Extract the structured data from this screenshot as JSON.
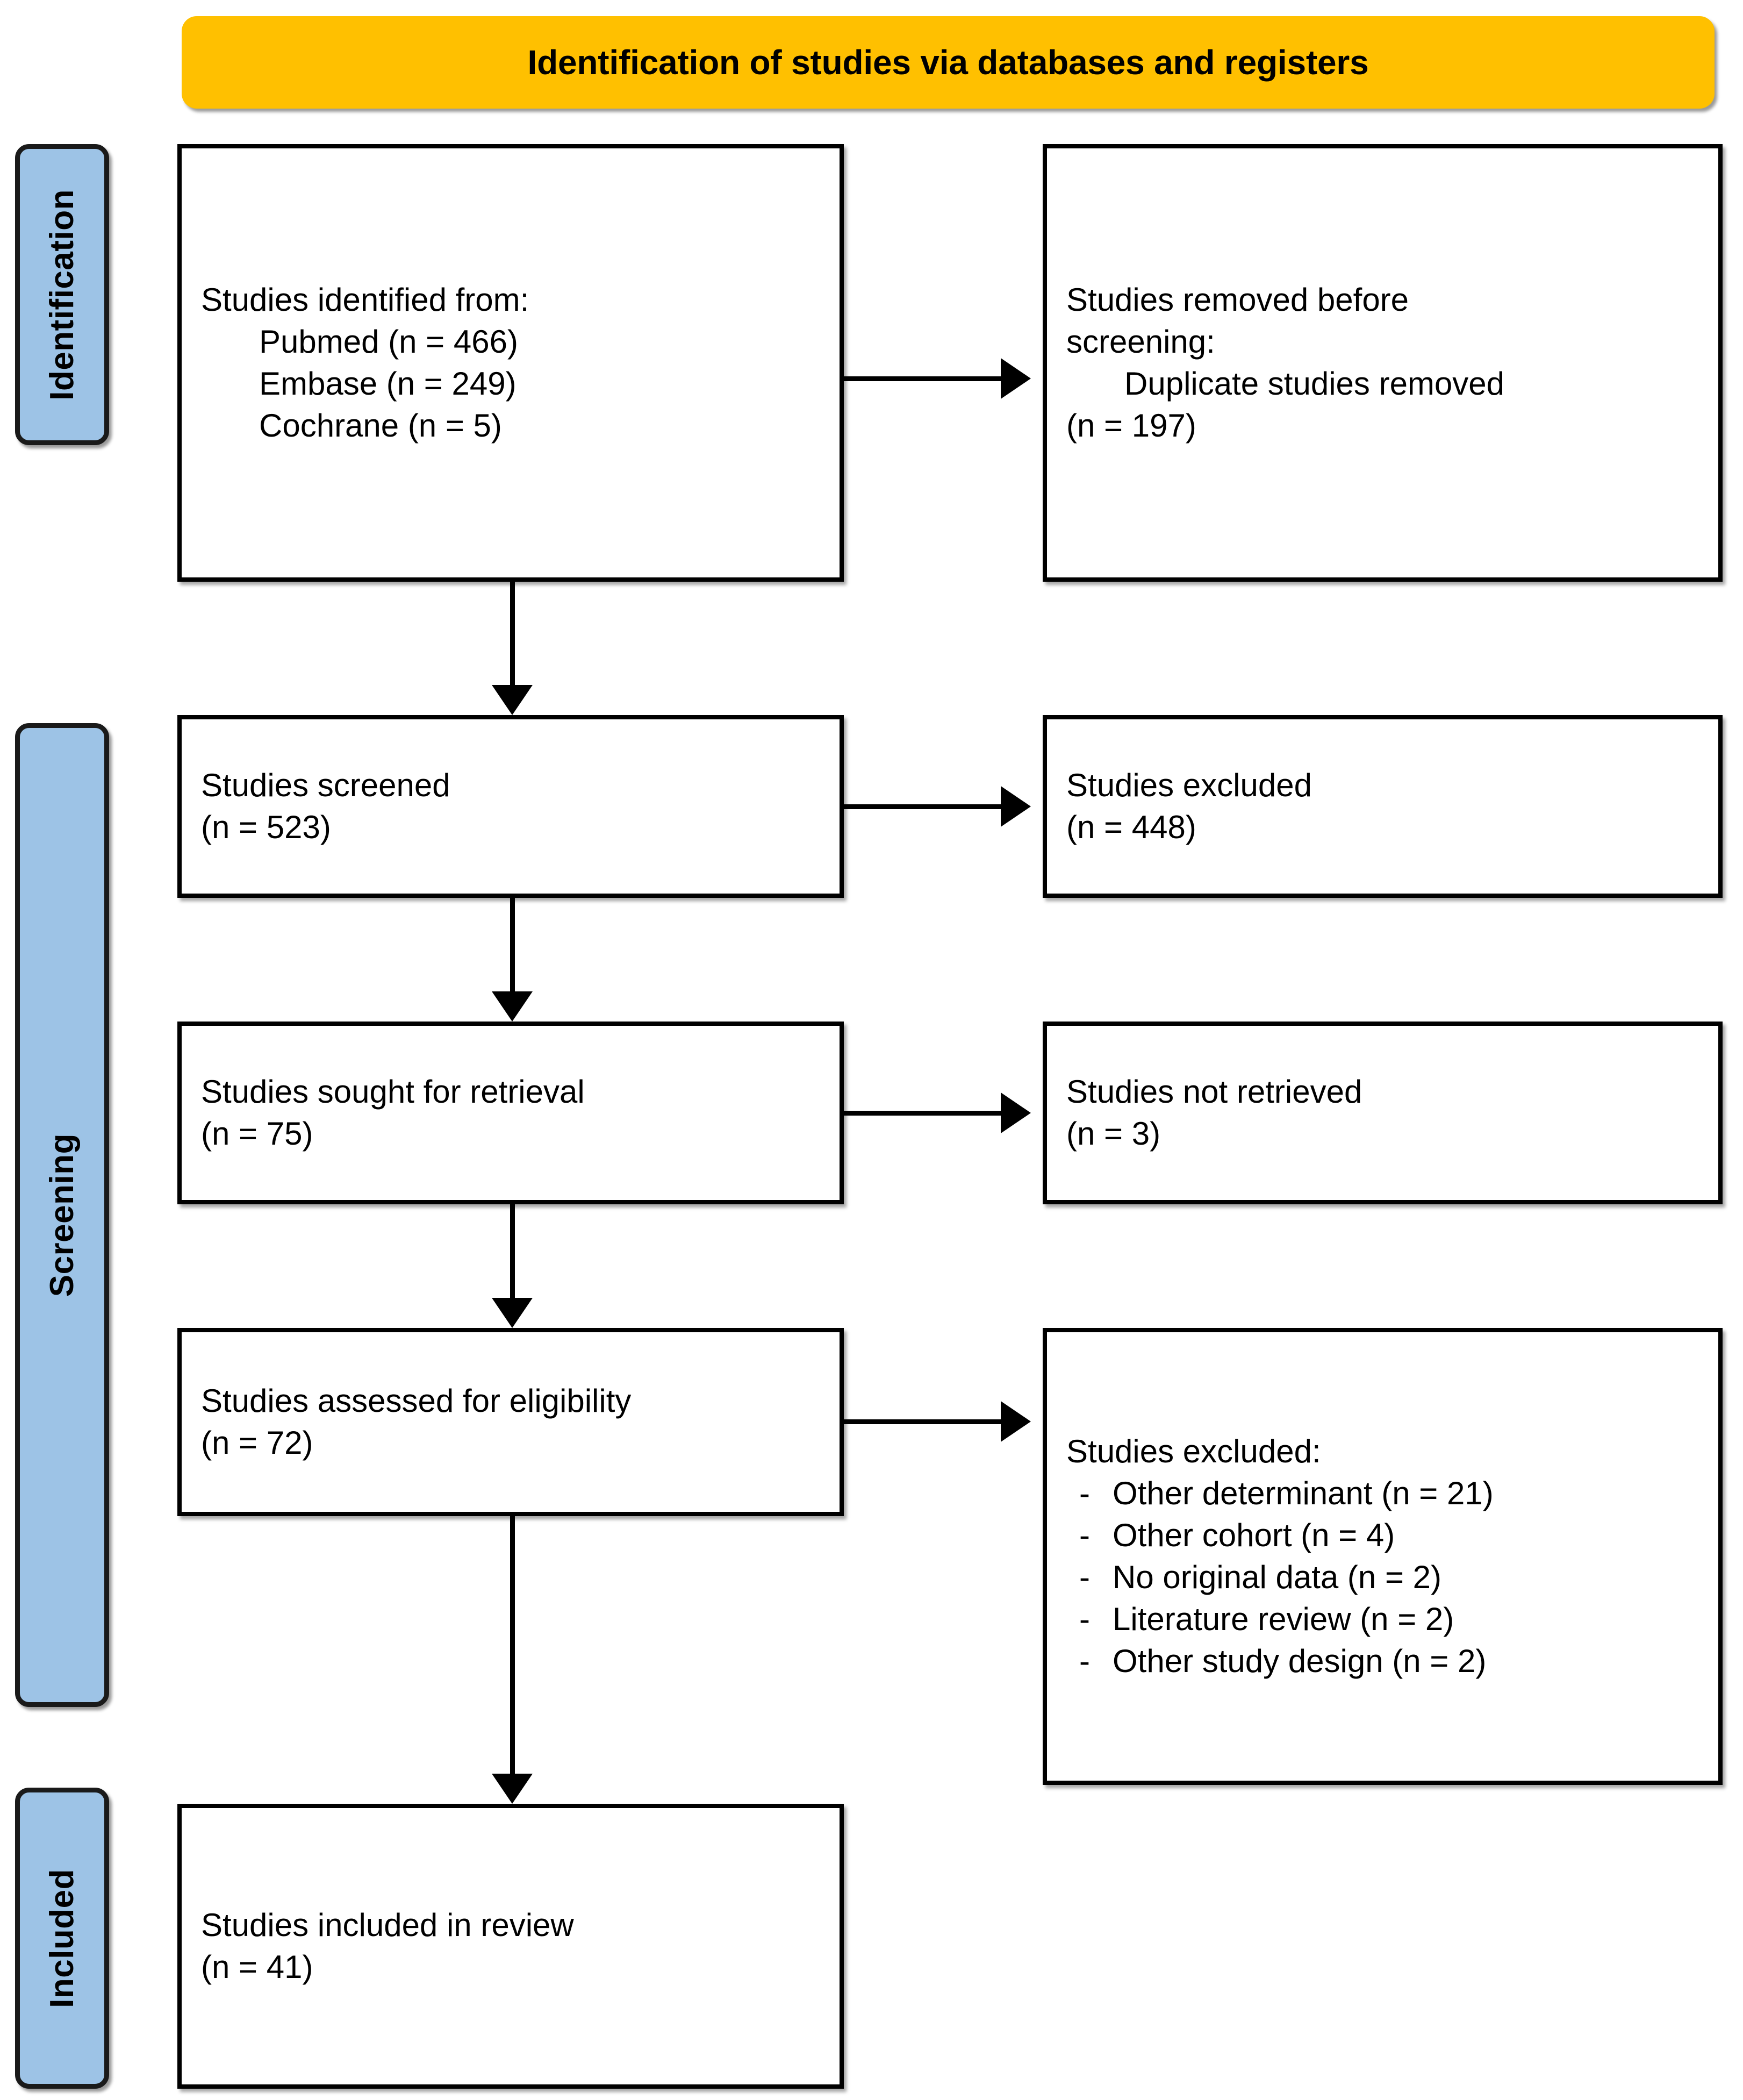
{
  "banner": {
    "title": "Identification of studies via databases and registers"
  },
  "colors": {
    "banner_fill": "#FFC000",
    "stage_fill": "#9DC3E6",
    "box_border": "#000000",
    "text": "#000000"
  },
  "stages": [
    {
      "id": "identification",
      "label": "Identification"
    },
    {
      "id": "screening",
      "label": "Screening"
    },
    {
      "id": "included",
      "label": "Included"
    }
  ],
  "boxes": {
    "identified": {
      "heading": "Studies identified from:",
      "sources": [
        "Pubmed (n = 466)",
        "Embase (n = 249)",
        "Cochrane (n = 5)"
      ]
    },
    "removed": {
      "heading_lead": "Studies removed ",
      "heading_italic_1": "before",
      "heading_italic_2": "screening",
      "heading_colon": ":",
      "detail": "Duplicate studies removed",
      "count": "(n = 197)"
    },
    "screened": {
      "label": "Studies screened",
      "count": "(n = 523)"
    },
    "excluded_screening": {
      "label": "Studies excluded",
      "count": "(n = 448)"
    },
    "sought": {
      "label": "Studies sought for retrieval",
      "count": "(n = 75)"
    },
    "not_retrieved": {
      "label": "Studies not retrieved",
      "count": "(n = 3)"
    },
    "assessed": {
      "label": "Studies assessed for eligibility",
      "count": "(n = 72)"
    },
    "excluded_eligibility": {
      "heading": "Studies excluded:",
      "bullet_mark": "-",
      "reasons": [
        "Other determinant (n = 21)",
        "Other cohort (n = 4)",
        "No original data (n = 2)",
        "Literature review (n = 2)",
        "Other study design (n = 2)"
      ]
    },
    "included": {
      "label": "Studies included in review",
      "count": "(n = 41)"
    }
  }
}
